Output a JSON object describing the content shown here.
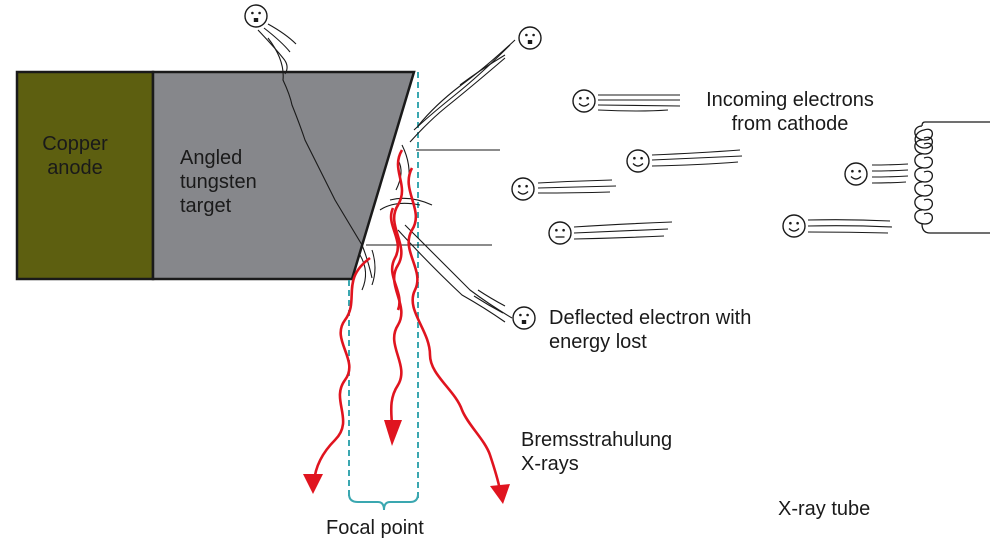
{
  "colors": {
    "copper": "#5d5f10",
    "tungsten": "#86878b",
    "outline": "#1a1a1a",
    "xray": "#e0141f",
    "focal_dash": "#3aa7b0"
  },
  "labels": {
    "copper_anode": [
      "Copper",
      "anode"
    ],
    "tungsten_target": [
      "Angled",
      "tungsten",
      "target"
    ],
    "incoming_electrons": [
      "Incoming electrons",
      "from cathode"
    ],
    "deflected_electron": [
      "Deflected electron with",
      "energy lost"
    ],
    "bremsstrahlung": [
      "Bremsstrahulung",
      "X-rays"
    ],
    "focal_point": "Focal point",
    "xray_tube": "X-ray tube"
  },
  "icons": {
    "electron_happy": "smiley-face-icon",
    "electron_surprised": "surprised-face-icon",
    "electron_neutral": "neutral-face-icon",
    "cathode_filament": "coil-icon"
  }
}
